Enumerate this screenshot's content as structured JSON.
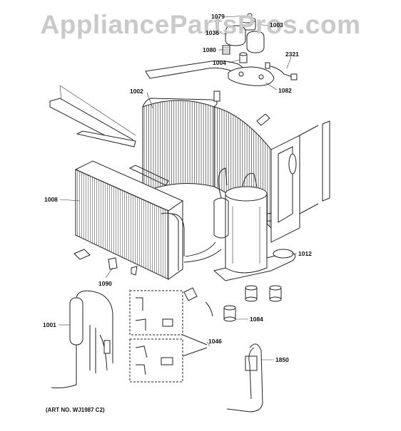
{
  "watermark": "AppliancePartsPros.com",
  "art_number": "(ART NO. WJ1987 C2)",
  "callouts": {
    "p1079": "1079",
    "p1003": "1003",
    "p1036": "1036",
    "p1080": "1080",
    "p1004": "1004",
    "p2321": "2321",
    "p1082": "1082",
    "p1002": "1002",
    "p1008": "1008",
    "p1012": "1012",
    "p1090": "1090",
    "p1001": "1001",
    "p1084": "1084",
    "p1046": "1046",
    "p1850": "1850"
  }
}
